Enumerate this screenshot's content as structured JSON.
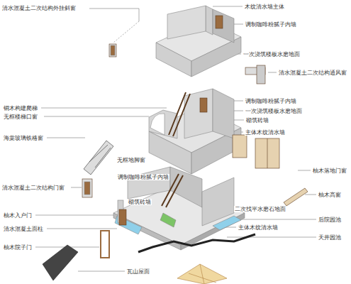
{
  "diagram": {
    "labels": [
      "清水混凝土二次结构外挂斜窗",
      "木纹清水墙主体",
      "调制咖啡粉腻子内墙",
      "一次浇筑楼板水磨地面",
      "清水混凝土二次结构通风窗",
      "铜木构建爬梯",
      "无框楼梯口窗",
      "调制咖啡粉腻子内墙",
      "一次浇筑楼板水磨地面",
      "砌筑砖墙",
      "海棠玻璃铁格窗",
      "主体木纹清水墙",
      "无框地脚窗",
      "柚木落地门窗",
      "调制咖啡粉腻子内墙",
      "清水混凝土二次结构门窗",
      "柚木高窗",
      "砌筑砖墙",
      "二次找平水磨石地面",
      "柚木入户门",
      "后院园池",
      "清水混凝土面柱",
      "主体木纹清水墙",
      "天井园池",
      "柚木院子门",
      "瓦山屋面"
    ]
  }
}
